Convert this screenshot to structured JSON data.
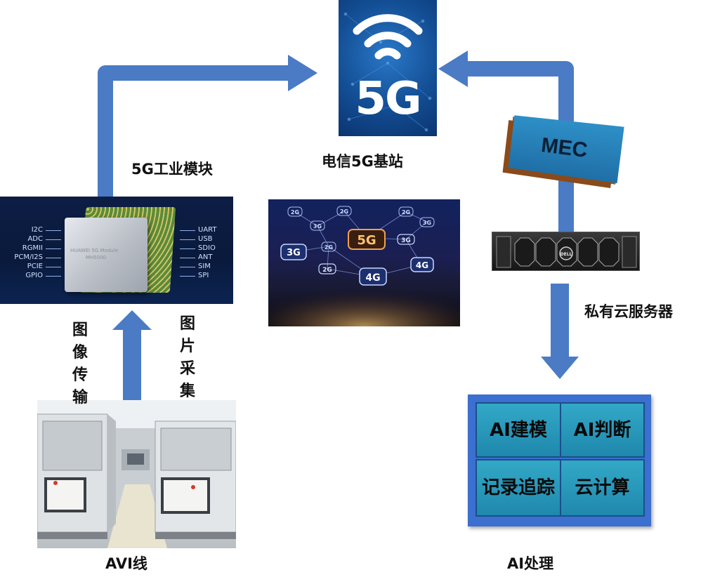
{
  "tower": {
    "label": "5G",
    "caption": "电信5G基站"
  },
  "module": {
    "caption": "5G工业模块",
    "chip_text": [
      "HUAWEI 5G Module",
      "MH5000"
    ],
    "left_pins": [
      "I2C",
      "ADC",
      "RGMII",
      "PCM/I2S",
      "PCIE",
      "GPIO"
    ],
    "right_pins": [
      "UART",
      "USB",
      "SDIO",
      "ANT",
      "SIM",
      "SPI"
    ]
  },
  "network": {
    "center": "5G",
    "bubbles": [
      "2G",
      "3G",
      "2G",
      "2G",
      "3G",
      "3G",
      "2G",
      "3G",
      "2G",
      "4G",
      "4G"
    ]
  },
  "mec": {
    "label": "MEC"
  },
  "server": {
    "caption": "私有云服务器",
    "brand": "DELL"
  },
  "factory": {
    "caption": "AVI线"
  },
  "arrows": {
    "upload_label": "图像传输",
    "capture_label": "图片采集"
  },
  "ai": {
    "caption": "AI处理",
    "cells": [
      "AI建模",
      "AI判断",
      "记录追踪",
      "云计算"
    ]
  },
  "colors": {
    "arrow": "#4a7bc4",
    "tower": "#134e94",
    "ai_box": "#3b6fd0",
    "ai_cell": "#2596bb",
    "mec": "#2681bb"
  }
}
